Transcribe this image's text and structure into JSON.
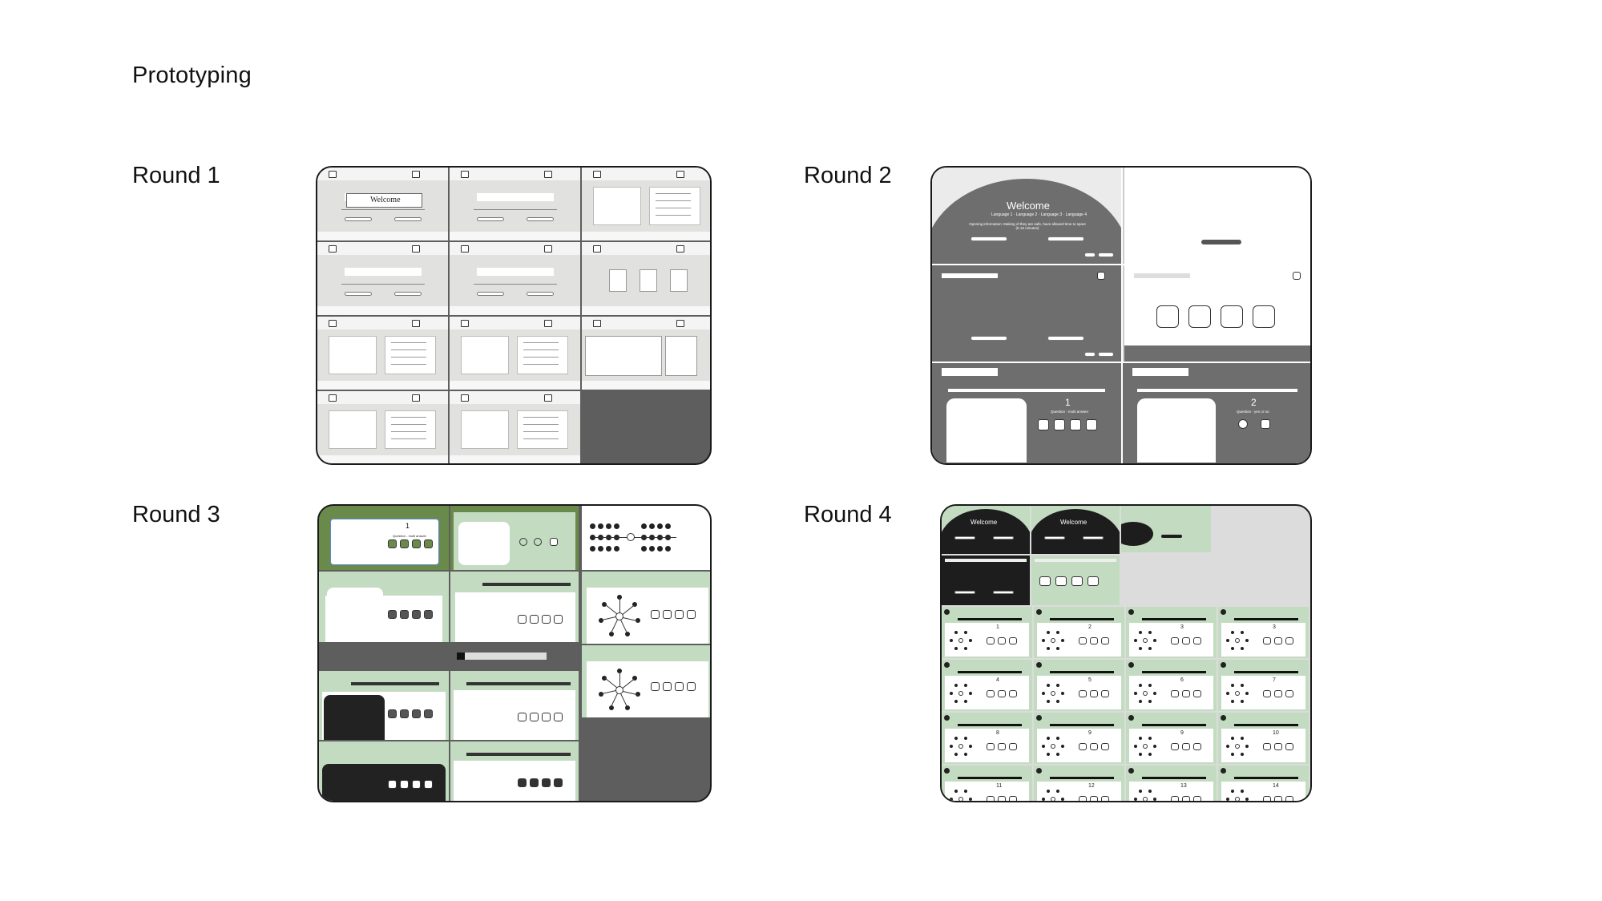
{
  "page": {
    "title": "Prototyping"
  },
  "rounds": [
    {
      "label": "Round 1"
    },
    {
      "label": "Round 2"
    },
    {
      "label": "Round 3"
    },
    {
      "label": "Round 4"
    }
  ],
  "round1": {
    "welcome_heading": "Welcome"
  },
  "round2": {
    "welcome_heading": "Welcome",
    "languages": "Language 1 · Language 2 · Language 3 · Language 4",
    "opening_info": "Opening information: Making of they are safe, have allowed time to spare (5-15 minutes)",
    "question_number_1": "1",
    "question_label_1": "Question - multi answer",
    "question_number_2": "2",
    "question_label_2": "Question - yes or no"
  },
  "round3": {
    "question_number": "1",
    "question_label": "Question - multi answer"
  },
  "round4": {
    "welcome_heading": "Welcome",
    "question_numbers": [
      "1",
      "2",
      "3",
      "3",
      "4",
      "5",
      "6",
      "7",
      "8",
      "9",
      "9",
      "10",
      "11",
      "12",
      "13",
      "14"
    ]
  },
  "colors": {
    "wire_grey": "#e1e2df",
    "dark_grey": "#6e6e6e",
    "board_dark": "#5e5e5e",
    "sage_green": "#c3dcc1",
    "olive_green": "#6a8a4c",
    "black_panel": "#1d1d1d"
  }
}
